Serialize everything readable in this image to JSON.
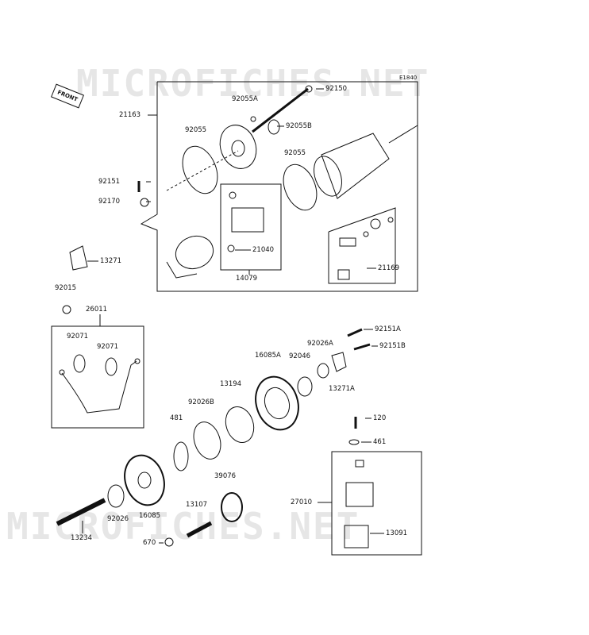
{
  "watermark": {
    "text_top": "MICROFICHES.NET",
    "text_bottom": "MICROFICHES.NET"
  },
  "diagram_code": "E1840",
  "front_label": "FRONT",
  "parts": {
    "p92150": "92150",
    "p92055A": "92055A",
    "p21163": "21163",
    "p92055": "92055",
    "p92055B": "92055B",
    "p92055b2": "92055",
    "p92151": "92151",
    "p92170": "92170",
    "p13271": "13271",
    "p21040": "21040",
    "p14079": "14079",
    "p21169": "21169",
    "p92015": "92015",
    "p26011": "26011",
    "p92071a": "92071",
    "p92071b": "92071",
    "p92151A": "92151A",
    "p92151B": "92151B",
    "p92026A": "92026A",
    "p16085A": "16085A",
    "p92046": "92046",
    "p13271A": "13271A",
    "p13194": "13194",
    "p92026B": "92026B",
    "p481": "481",
    "p120": "120",
    "p461": "461",
    "p39076": "39076",
    "p27010": "27010",
    "p13107": "13107",
    "p92026": "92026",
    "p16085": "16085",
    "p13234": "13234",
    "p670": "670",
    "p13091": "13091"
  }
}
